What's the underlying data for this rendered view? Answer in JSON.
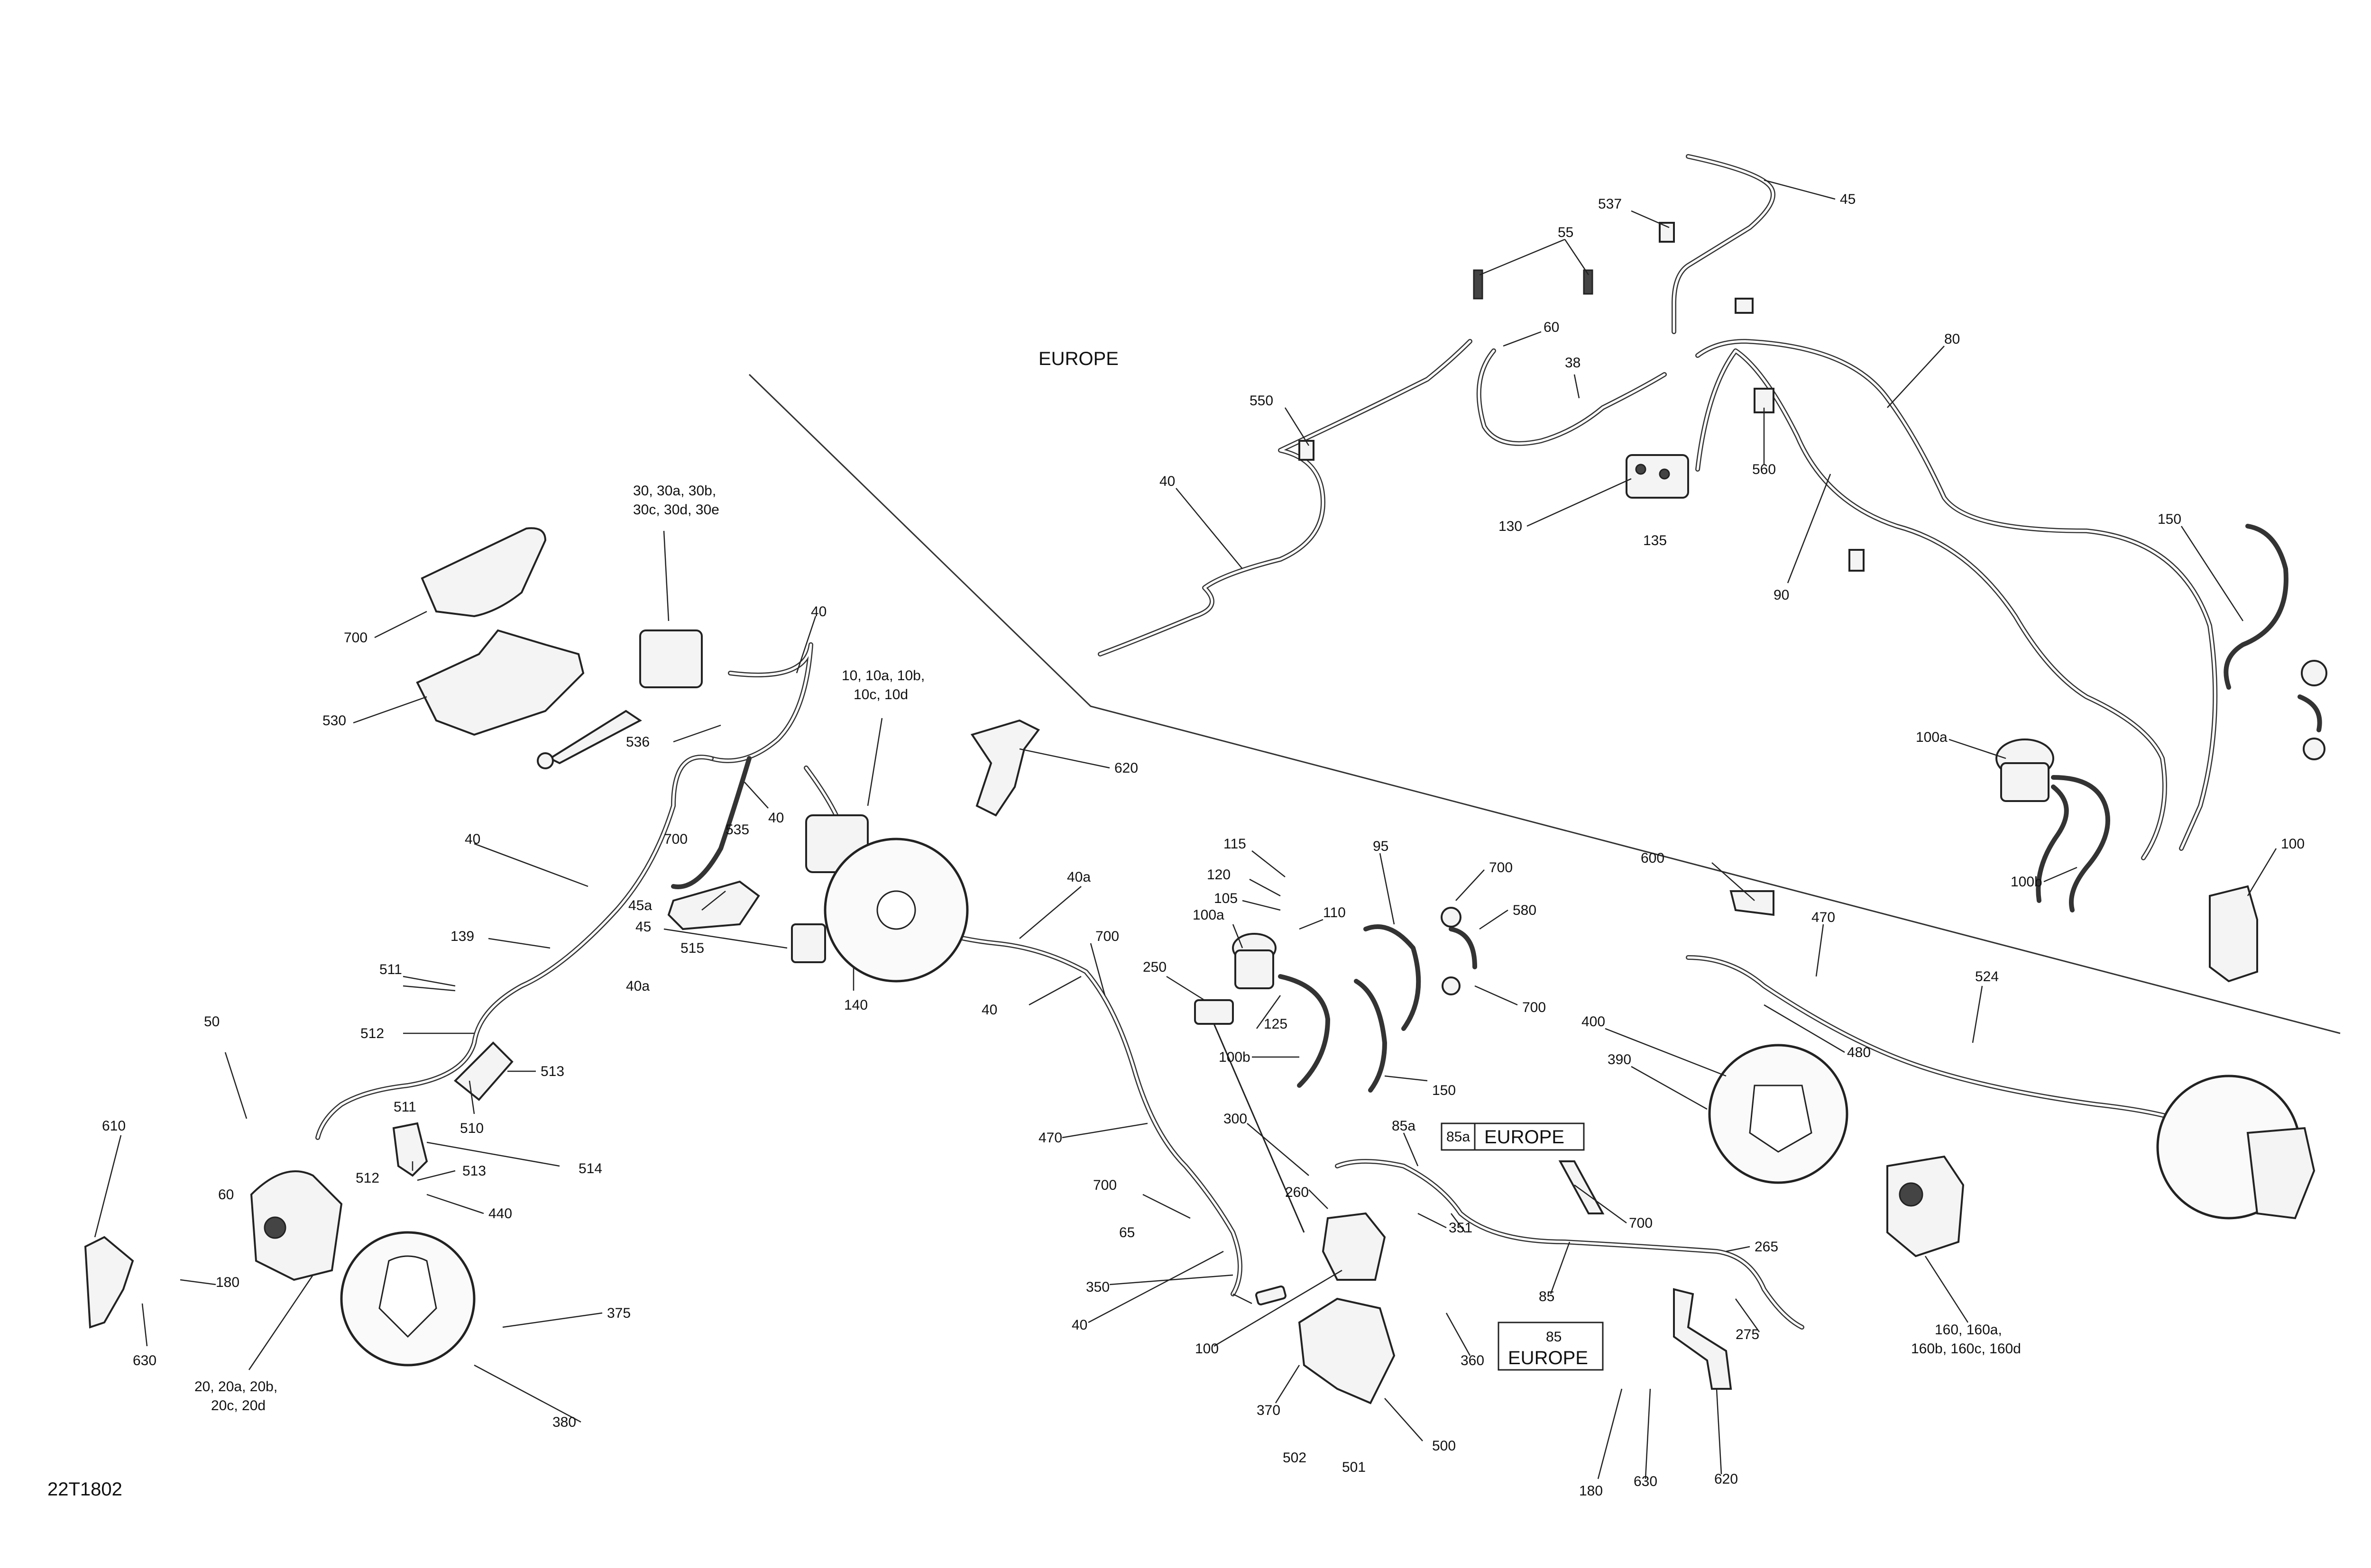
{
  "diagram": {
    "code": "22T1802",
    "region_label": "EUROPE",
    "boxed_labels": {
      "b1_num": "85a",
      "b1_text": "EUROPE",
      "b2_num": "85",
      "b2_text": "EUROPE"
    },
    "callouts": {
      "c45": "45",
      "c537": "537",
      "c55": "55",
      "c60_top": "60",
      "c38": "38",
      "c80": "80",
      "c550": "550",
      "c40_top": "40",
      "c560": "560",
      "c130": "130",
      "c135": "135",
      "c90": "90",
      "c150_r": "150",
      "c100a_r": "100a",
      "c100b_r": "100b",
      "c100_r": "100",
      "c30": "30, 30a, 30b,",
      "c30b": "30c, 30d, 30e",
      "c700_a": "700",
      "c530": "530",
      "c40_b": "40",
      "c536": "536",
      "c10": "10, 10a, 10b,",
      "c10b": "10c, 10d",
      "c620_top": "620",
      "c40_c": "40",
      "c700_b": "700",
      "c535": "535",
      "c40_d": "40",
      "c45a": "45a",
      "c139": "139",
      "c40a_a": "40a",
      "c515": "515",
      "c140": "140",
      "c511_a": "511",
      "c512_a": "512",
      "c513_a": "513",
      "c510": "510",
      "c50": "50",
      "c511_b": "511",
      "c514": "514",
      "c512_b": "512",
      "c513_b": "513",
      "c440": "440",
      "c60_b": "60",
      "c610": "610",
      "c180_a": "180",
      "c630_a": "630",
      "c20": "20, 20a, 20b,",
      "c20b": "20c, 20d",
      "c375": "375",
      "c380": "380",
      "c40a_b": "40a",
      "c700_c": "700",
      "c40_e": "40",
      "c115": "115",
      "c120": "120",
      "c105": "105",
      "c110": "110",
      "c100a_c": "100a",
      "c95": "95",
      "c700_d": "700",
      "c580": "580",
      "c700_e": "700",
      "c250": "250",
      "c125": "125",
      "c100b_c": "100b",
      "c150_c": "150",
      "c600": "600",
      "c470_r": "470",
      "c524": "524",
      "c400": "400",
      "c390": "390",
      "c480": "480",
      "c470_c": "470",
      "c300": "300",
      "c85a": "85a",
      "c700_f": "700",
      "c260": "260",
      "c351": "351",
      "c700_g": "700",
      "c65": "65",
      "c265": "265",
      "c350": "350",
      "c40_f": "40",
      "c100_c": "100",
      "c85": "85",
      "c275": "275",
      "c160": "160, 160a,",
      "c160b": "160b, 160c, 160d",
      "c360": "360",
      "c370": "370",
      "c500": "500",
      "c502": "502",
      "c501": "501",
      "c180_b": "180",
      "c630_b": "630",
      "c620_b": "620"
    }
  }
}
